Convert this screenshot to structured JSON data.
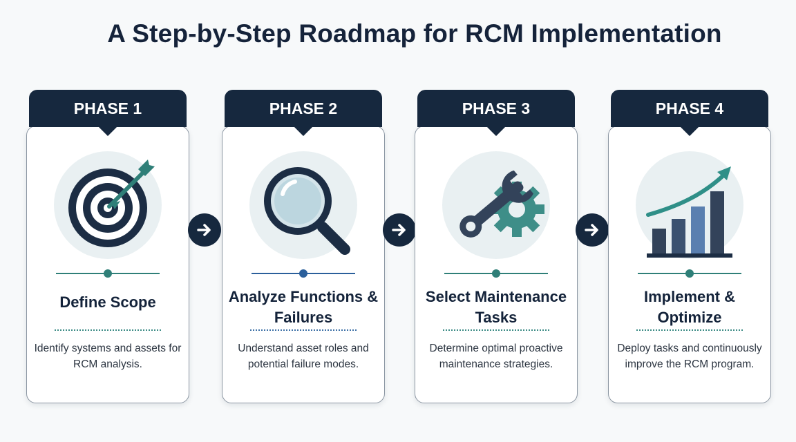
{
  "title": "A Step-by-Step Roadmap for RCM Implementation",
  "colors": {
    "navy": "#16283e",
    "teal": "#2f7f78",
    "icon_background": "#e9f0f2",
    "card_border": "#8b96a2"
  },
  "phases": [
    {
      "label": "PHASE 1",
      "icon": "target-icon",
      "title": "Define Scope",
      "description": "Identify systems and assets for RCM analysis."
    },
    {
      "label": "PHASE 2",
      "icon": "magnifying-glass-icon",
      "title": "Analyze Functions & Failures",
      "description": "Understand asset roles and potential failure modes."
    },
    {
      "label": "PHASE 3",
      "icon": "wrench-gear-icon",
      "title": "Select Maintenance Tasks",
      "description": "Determine optimal proactive maintenance strategies."
    },
    {
      "label": "PHASE 4",
      "icon": "growth-chart-icon",
      "title": "Implement & Optimize",
      "description": "Deploy tasks and continuously improve the RCM program."
    }
  ],
  "connectors": [
    "arrow-right-icon",
    "arrow-right-icon",
    "arrow-right-icon"
  ]
}
